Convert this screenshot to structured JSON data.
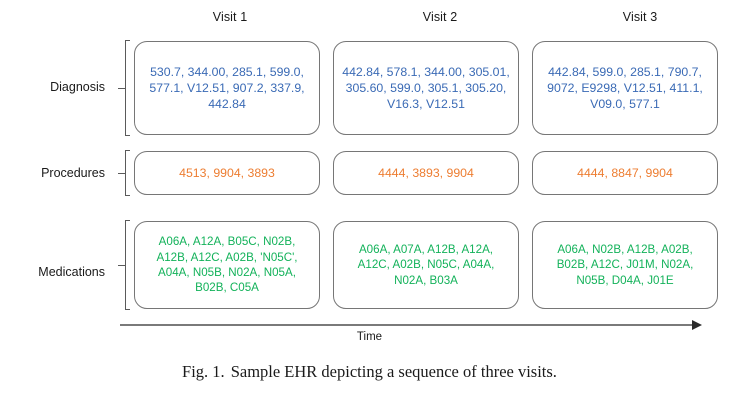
{
  "figure": {
    "caption_label": "Fig. 1.",
    "caption_text": "Sample EHR depicting a sequence of three visits.",
    "time_axis_label": "Time"
  },
  "colors": {
    "diagnosis": "#3A6AB5",
    "procedures": "#ED7D31",
    "medications": "#13B25A",
    "box_border": "#767676",
    "axis": "#7a7a7a"
  },
  "columns": [
    {
      "key": "visit1",
      "label": "Visit 1"
    },
    {
      "key": "visit2",
      "label": "Visit 2"
    },
    {
      "key": "visit3",
      "label": "Visit 3"
    }
  ],
  "rows": [
    {
      "key": "diagnosis",
      "label": "Diagnosis"
    },
    {
      "key": "procedures",
      "label": "Procedures"
    },
    {
      "key": "medications",
      "label": "Medications"
    }
  ],
  "cells": {
    "diagnosis": {
      "visit1": {
        "codes": [
          "530.7",
          "344.00",
          "285.1",
          "599.0",
          "577.1",
          "V12.51",
          "907.2",
          "337.9",
          "442.84"
        ],
        "text": "530.7, 344.00, 285.1, 599.0, 577.1, V12.51, 907.2, 337.9, 442.84"
      },
      "visit2": {
        "codes": [
          "442.84",
          "578.1",
          "344.00",
          "305.01",
          "305.60",
          "599.0",
          "305.1",
          "305.20",
          "V16.3",
          "V12.51"
        ],
        "text": "442.84, 578.1, 344.00, 305.01, 305.60, 599.0, 305.1, 305.20, V16.3, V12.51"
      },
      "visit3": {
        "codes": [
          "442.84",
          "599.0",
          "285.1",
          "790.7",
          "9072",
          "E9298",
          "V12.51",
          "411.1",
          "V09.0",
          "577.1"
        ],
        "text": "442.84, 599.0, 285.1, 790.7, 9072, E9298, V12.51, 411.1, V09.0, 577.1"
      }
    },
    "procedures": {
      "visit1": {
        "codes": [
          "4513",
          "9904",
          "3893"
        ],
        "text": "4513, 9904, 3893"
      },
      "visit2": {
        "codes": [
          "4444",
          "3893",
          "9904"
        ],
        "text": "4444, 3893, 9904"
      },
      "visit3": {
        "codes": [
          "4444",
          "8847",
          "9904"
        ],
        "text": "4444, 8847, 9904"
      }
    },
    "medications": {
      "visit1": {
        "codes": [
          "A06A",
          "A12A",
          "B05C",
          "N02B",
          "A12B",
          "A12C",
          "A02B",
          "'N05C'",
          "A04A",
          "N05B",
          "N02A",
          "N05A",
          "B02B",
          "C05A"
        ],
        "text": "A06A, A12A, B05C, N02B, A12B, A12C, A02B, 'N05C', A04A, N05B, N02A, N05A, B02B, C05A"
      },
      "visit2": {
        "codes": [
          "A06A",
          "A07A",
          "A12B",
          "A12A",
          "A12C",
          "A02B",
          "N05C",
          "A04A",
          "N02A",
          "B03A"
        ],
        "text": "A06A, A07A, A12B, A12A, A12C, A02B, N05C, A04A, N02A, B03A"
      },
      "visit3": {
        "codes": [
          "A06A",
          "N02B",
          "A12B",
          "A02B",
          "B02B",
          "A12C",
          "J01M",
          "N02A",
          "N05B",
          "D04A",
          "J01E"
        ],
        "text": "A06A, N02B, A12B, A02B, B02B, A12C, J01M, N02A, N05B, D04A, J01E"
      }
    }
  }
}
